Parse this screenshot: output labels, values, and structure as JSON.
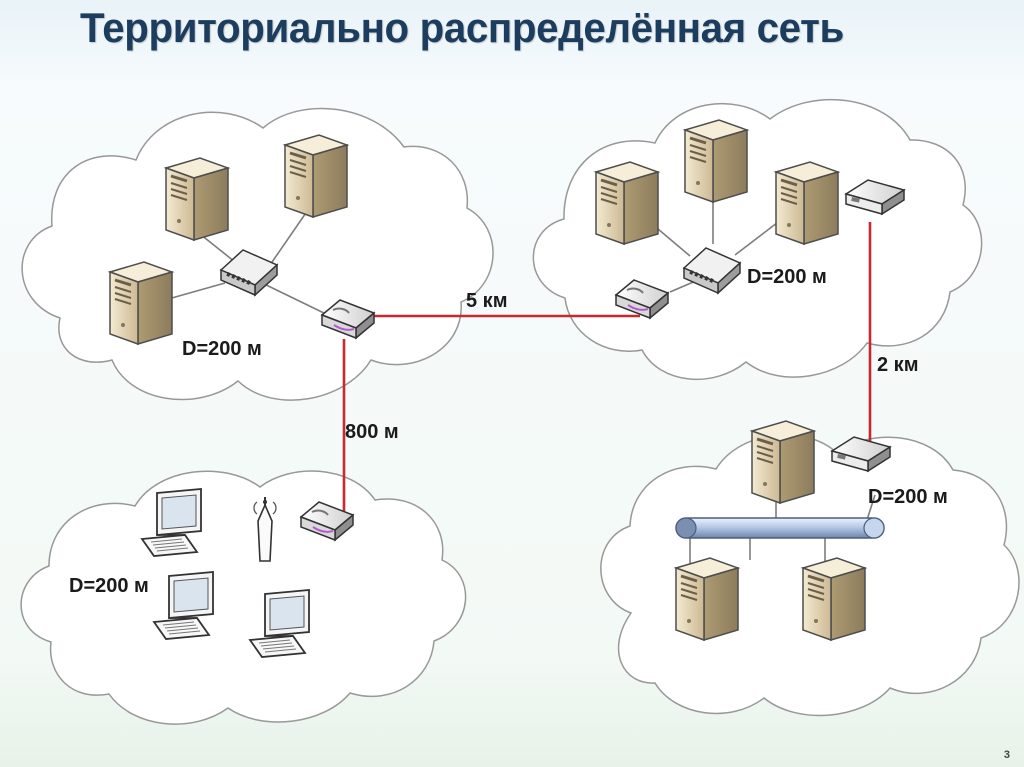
{
  "slide": {
    "title": "Территориально распределённая сеть",
    "page_number": "3"
  },
  "diagram": {
    "links": {
      "link_5km": "5 км",
      "link_800m": "800 м",
      "link_2km": "2 км"
    },
    "networks": {
      "left_top_radius": "D=200 м",
      "right_top_radius": "D=200 м",
      "bottom_left_radius": "D=200 м",
      "bottom_right_radius": "D=200 м"
    }
  },
  "colors": {
    "title": "#1d3d5f",
    "link": "#c8292f",
    "cloud": "#ffffff",
    "server_case": "#d8c7a2",
    "line": "#7d7d7d"
  }
}
